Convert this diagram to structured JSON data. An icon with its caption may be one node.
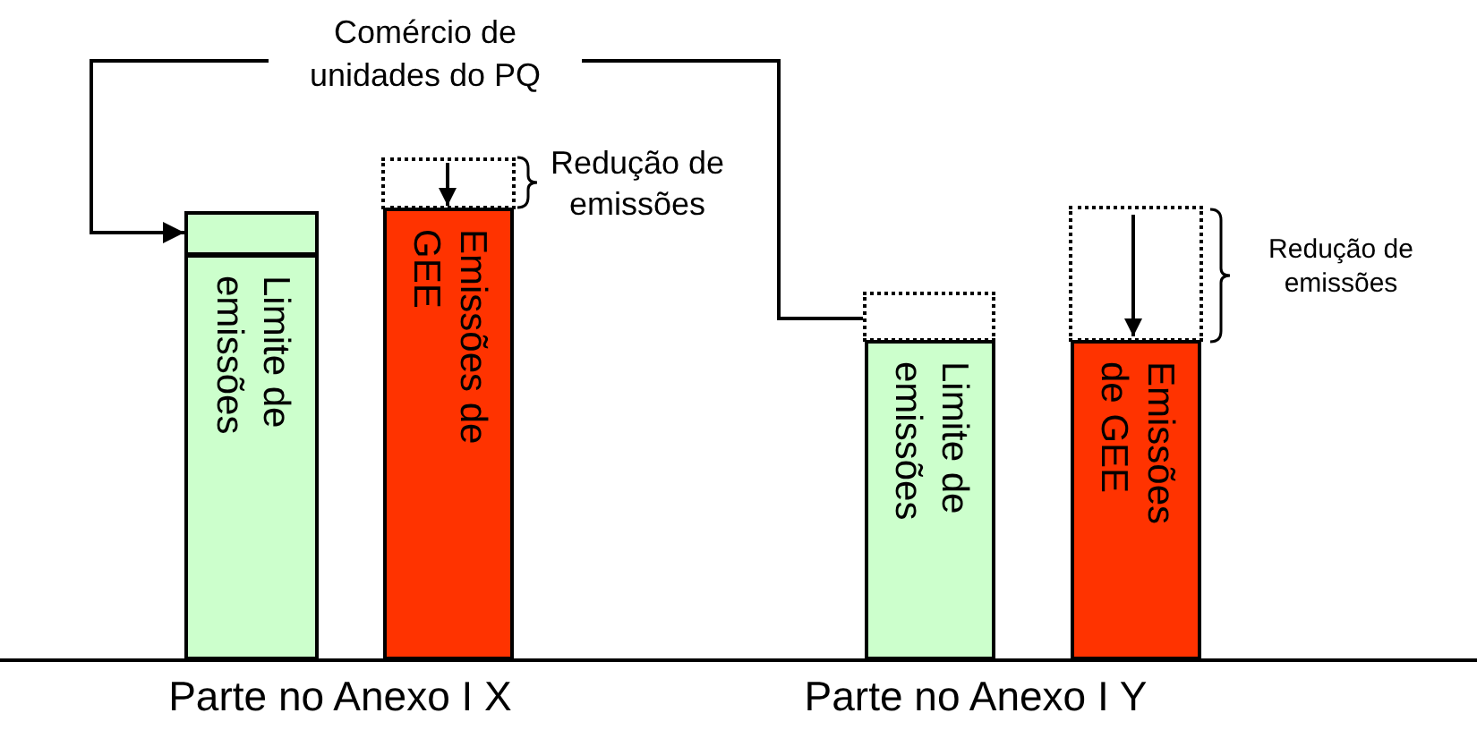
{
  "diagram": {
    "nodes": [
      {
        "text": [],
        "shape": "box"
      },
      {
        "text": [
          "Limite de emissões"
        ]
      },
      {
        "text": [],
        "shape": "box"
      },
      {
        "text": [
          "Emissões de GEE"
        ]
      },
      {
        "text": [],
        "shape": "box"
      },
      {
        "text": [
          "Limite de emissões"
        ]
      },
      {
        "text": [],
        "shape": "box"
      },
      {
        "text": [
          "Emissões de GEE"
        ]
      }
    ],
    "edges": [
      {
        "from": 4,
        "to": 0,
        "arrow": "to",
        "label": "Comércio de unidades do PQ"
      }
    ],
    "labels": [
      "Redução de emissões",
      "Redução de emissões",
      "Parte no Anexo I X",
      "Parte no Anexo I Y"
    ]
  }
}
